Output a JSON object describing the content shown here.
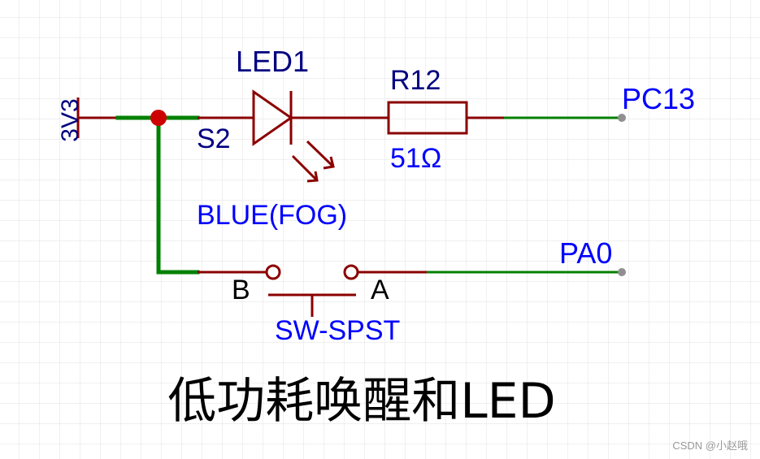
{
  "power": {
    "label": "3V3"
  },
  "led": {
    "designator": "LED1",
    "pin_label": "S2",
    "value": "BLUE(FOG)"
  },
  "resistor": {
    "designator": "R12",
    "value": "51Ω"
  },
  "nets": {
    "top": "PC13",
    "bottom": "PA0"
  },
  "switch": {
    "pin_b": "B",
    "pin_a": "A",
    "name": "SW-SPST"
  },
  "caption": "低功耗唤醒和LED",
  "watermark": "CSDN @小赵哦",
  "colors": {
    "wire": "#008000",
    "component": "#8b0000",
    "junction": "#cc0000",
    "label_blue": "#0000ff",
    "label_navy": "#000080",
    "grid": "#e2e2e2"
  }
}
